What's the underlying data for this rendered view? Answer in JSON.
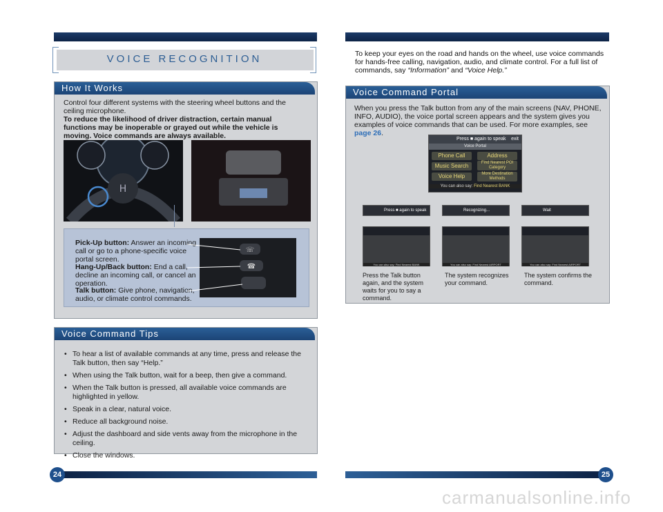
{
  "left_page": {
    "title": "VOICE RECOGNITION",
    "how_it_works": {
      "heading": "How It Works",
      "body": "Control four different systems with the steering wheel buttons and the ceiling microphone.",
      "warning": "To reduce the likelihood of driver distraction, certain manual functions may be inoperable or grayed out while the vehicle is moving. Voice commands are always available.",
      "buttons": [
        {
          "name": "Pick-Up button:",
          "desc": "Answer an incoming call or go to a phone-specific voice portal screen."
        },
        {
          "name": "Hang-Up/Back button:",
          "desc": "End a call, decline an incoming call, or cancel an operation."
        },
        {
          "name": "Talk button:",
          "desc": "Give phone, navigation, audio, or climate control commands."
        }
      ]
    },
    "tips": {
      "heading": "Voice Command Tips",
      "items": [
        "To hear a list of available commands at any time, press and release the Talk button, then say “Help.”",
        "When using the Talk button, wait for a beep, then give a command.",
        "When the Talk button is pressed, all available voice commands are highlighted in yellow.",
        "Speak in a clear, natural voice.",
        "Reduce all background noise.",
        "Adjust the dashboard and side vents away from the microphone in the ceiling.",
        "Close the windows."
      ]
    },
    "page_number": "24"
  },
  "right_page": {
    "intro_pre": "To keep your eyes on the road and hands on the wheel, use voice commands for hands-free calling, navigation, audio, and climate control. For a full list of commands, say",
    "intro_q1": "“Information”",
    "intro_and": "and",
    "intro_q2": "“Voice Help.”",
    "portal": {
      "heading": "Voice Command Portal",
      "body_pre": "When you press the Talk button from any of the main screens (NAV, PHONE, INFO, AUDIO), the voice portal screen appears and the system gives you examples of voice commands that can be used. For more examples, see",
      "link": "page 26",
      "body_post": ".",
      "screen": {
        "header": "Press ■ again to speak",
        "exit": "exit",
        "subtitle": "Voice Portal",
        "options": [
          "Phone Call",
          "Address",
          "Music Search",
          "Find Nearest POI Category",
          "Voice Help",
          "More Destination Methods"
        ],
        "footer_label": "You can also say:",
        "footer_value": "Find Nearest BANK"
      },
      "steps": [
        {
          "banner": "Press ■ again to speak",
          "caption": "Press the Talk button again, and the system waits for you to say a command.",
          "footer": "You can also say: Find Nearest BANK"
        },
        {
          "banner": "Recognizing...",
          "caption": "The system recognizes your command.",
          "footer": "You can also say: Find Nearest AIRPORT"
        },
        {
          "banner": "Wait",
          "caption": "The system confirms the command.",
          "footer": "You can also say: Find Nearest AIRPORT"
        }
      ]
    },
    "page_number": "25",
    "watermark": "carmanualsonline.info"
  }
}
